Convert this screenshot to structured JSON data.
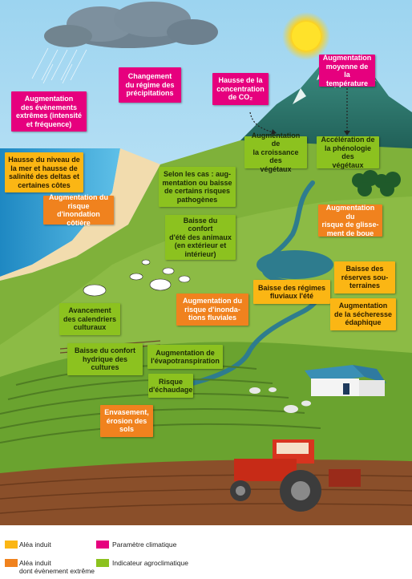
{
  "colors": {
    "climatic": "#e6007e",
    "agroclimatic": "#8cc21f",
    "induced_extreme": "#f0821e",
    "induced": "#fbb614"
  },
  "labels": {
    "precip_regime": "Changement\ndu régime des\nprécipitations",
    "co2": "Hausse de la\nconcentration\nde CO₂",
    "temperature": "Augmentation\nmoyenne de la\ntempérature",
    "extreme_events": "Augmentation\ndes évènements\nextrêmes (intensité\net fréquence)",
    "sea_level": "Hausse du niveau de\nla mer et hausse de\nsalinité des deltas et\ncertaines côtes",
    "coastal_flood": "Augmentation du\nrisque d'inondation\ncôtière",
    "plant_growth": "Augmentation de\nla croissance des\nvégétaux",
    "phenology": "Accélération de\nla phénologie des\nvégétaux",
    "pathogens": "Selon les cas : aug-\nmentation ou baisse\nde certains risques\npathogènes",
    "mudslide": "Augmentation du\nrisque de glisse-\nment de boue",
    "animal_comfort": "Baisse du\nconfort\nd'été des animaux\n(en extérieur et\nintérieur)",
    "groundwater": "Baisse des\nréserves sou-\nterraines",
    "river_regime": "Baisse des régimes\nfluviaux l'été",
    "river_flood": "Augmentation du\nrisque d'inonda-\ntions fluviales",
    "soil_drought": "Augmentation\nde la sécheresse\nédaphique",
    "crop_calendar": "Avancement\ndes calendriers\nculturaux",
    "water_comfort": "Baisse du confort\nhydrique des\ncultures",
    "evapotranspiration": "Augmentation de\nl'évapotranspiration",
    "scalding": "Risque\nd'échaudage",
    "silting": "Envasement,\nérosion des\nsols"
  },
  "legend": {
    "induced": "Aléa induit",
    "induced_extreme": "Aléa induit\ndont évènement extrême",
    "climatic": "Paramètre climatique",
    "agroclimatic": "Indicateur agroclimatique"
  }
}
